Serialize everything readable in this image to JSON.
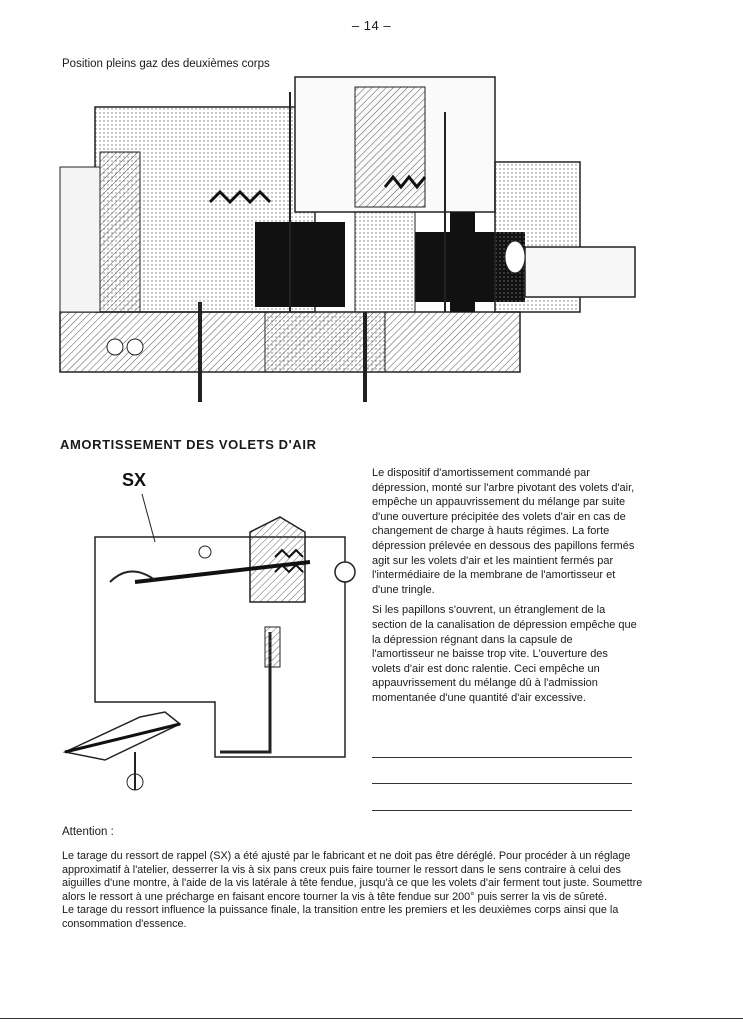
{
  "page_number": "– 14 –",
  "figure_top": {
    "caption": "Position pleins gaz des deuxièmes corps"
  },
  "section": {
    "title": "AMORTISSEMENT DES VOLETS D'AIR"
  },
  "figure_bottom": {
    "label": "SX"
  },
  "body": {
    "paragraph_1": "Le dispositif d'amortissement commandé par dépression, monté sur l'arbre pivotant des volets d'air, empêche un appauvrissement du mélange par suite d'une ouverture précipitée des volets d'air en cas de changement de charge à hauts régimes. La forte dépression prélevée en dessous des papillons fermés agit sur les volets d'air et les maintient fermés par l'intermédiaire de la membrane de l'amortisseur et d'une tringle.",
    "paragraph_2": "Si les papillons s'ouvrent, un étranglement de la section de la canalisation de dépression empêche que la dépression régnant dans la capsule de l'amortisseur ne baisse trop vite. L'ouverture des volets d'air est donc ralentie. Ceci empêche un appauvrissement du mélange dû à l'admission momentanée d'une quantité d'air excessive."
  },
  "attention": {
    "label": "Attention :",
    "paragraph_1": "Le tarage du ressort de rappel (SX) a été ajusté par le fabricant et ne doit pas être déréglé. Pour procéder à un réglage approximatif à l'atelier, desserrer la vis à six pans creux puis faire tourner le ressort dans le sens contraire à celui des aiguilles d'une montre, à l'aide de la vis latérale à tête fendue, jusqu'à ce que les volets d'air ferment tout juste. Soumettre alors le ressort à une précharge en faisant encore tourner la vis à tête fendue sur 200° puis serrer la vis de sûreté.",
    "paragraph_2": "Le tarage du ressort influence la puissance finale, la transition entre les premiers et les deuxièmes corps ainsi que la consommation d'essence."
  }
}
